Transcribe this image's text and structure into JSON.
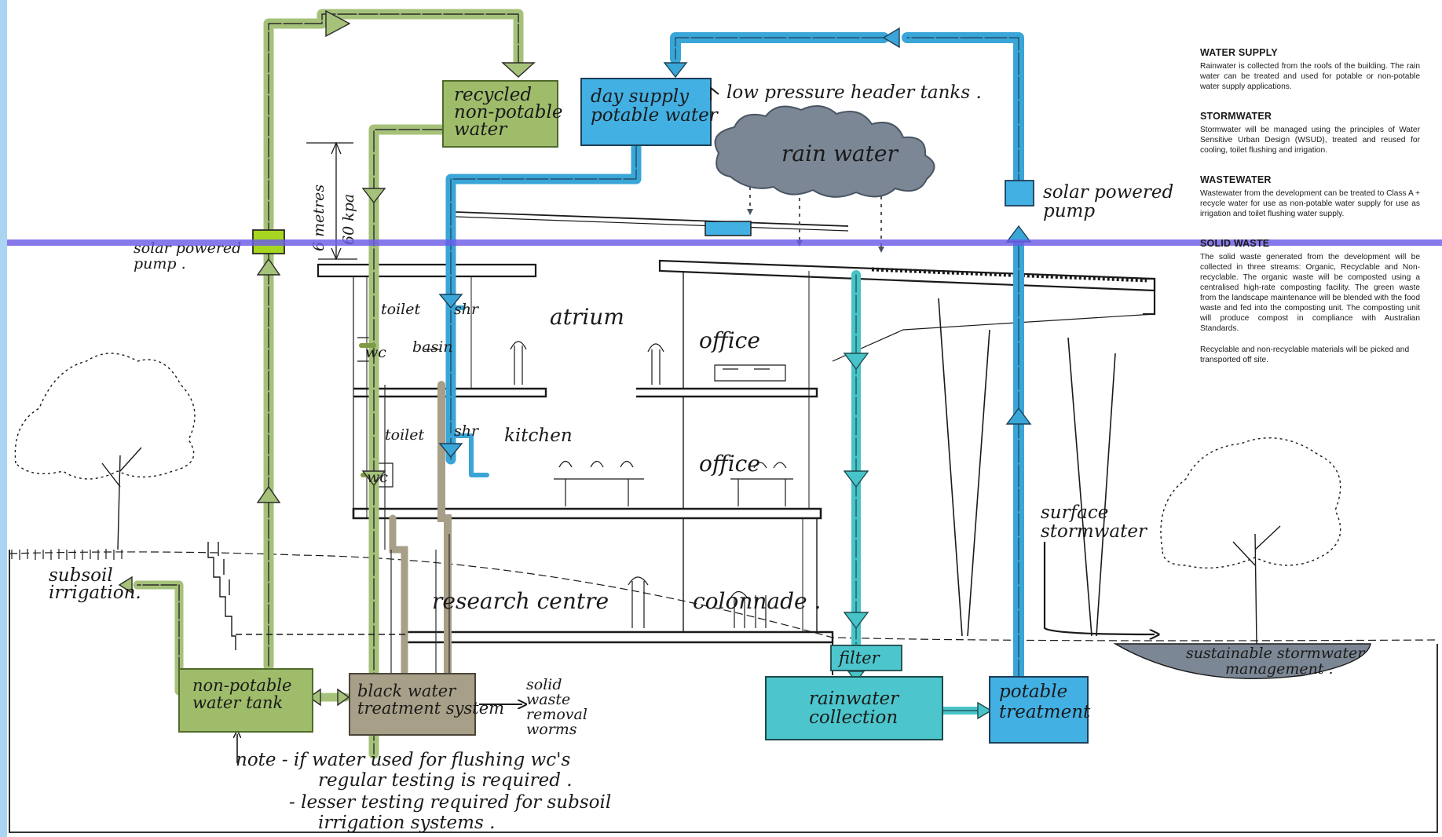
{
  "colors": {
    "left_strip": "#a9d4f2",
    "scan_line": "#6b5ce7",
    "recycled_green": "#7f9b45",
    "recycled_fill": "#9fbc6b",
    "green_pipe": "#a6c27a",
    "potable_blue": "#3aa6d8",
    "potable_fill": "#43b0e3",
    "teal": "#48c3c8",
    "teal_fill": "#4cc6cc",
    "grey_cloud": "#7c8795",
    "black_water_fill": "#a89f88"
  },
  "labels": {
    "recycled_water": [
      "recycled",
      "non-potable",
      "water"
    ],
    "day_supply": [
      "day supply",
      "potable water"
    ],
    "header_tanks": "low pressure header tanks .",
    "rain_water": "rain water",
    "solar_pump_left": [
      "solar powered",
      "pump ."
    ],
    "solar_pump_right": [
      "solar powered",
      "pump"
    ],
    "metres": "6 metres",
    "kpa": "60 kpa",
    "toilet_1": "toilet",
    "shr_1": "shr",
    "basin": "basin",
    "wc_1": "wc",
    "atrium": "atrium",
    "office_1": "office",
    "toilet_2": "toilet",
    "shr_2": "shr",
    "kitchen": "kitchen",
    "wc_2": "wc",
    "office_2": "office",
    "research_centre": "research centre",
    "colonnade": "colonnade .",
    "subsoil_irrigation": [
      "subsoil",
      "irrigation."
    ],
    "non_potable_tank": [
      "non-potable",
      "water tank"
    ],
    "black_water": [
      "black water",
      "treatment system"
    ],
    "solid_waste_worms": [
      "solid",
      "waste",
      "removal",
      "worms"
    ],
    "filter": "filter",
    "rainwater_collection": [
      "rainwater",
      "collection"
    ],
    "potable_treatment": [
      "potable",
      "treatment"
    ],
    "surface_stormwater": [
      "surface",
      "stormwater"
    ],
    "sustainable_stormwater": [
      "sustainable stormwater",
      "management ."
    ],
    "note_lines": [
      "note -  if water used for flushing wc's",
      "regular testing is required .",
      "-  lesser testing required for subsoil",
      "irrigation systems ."
    ]
  },
  "legend": [
    {
      "heading": "WATER SUPPLY",
      "text": "Rainwater is collected from the roofs of the building. The rain water can be treated and used for potable or non-potable water supply applications."
    },
    {
      "heading": "STORMWATER",
      "text": "Stormwater will be managed using the principles of Water Sensitive Urban Design (WSUD), treated and reused for cooling, toilet flushing and irrigation."
    },
    {
      "heading": "WASTEWATER",
      "text": "Wastewater from the development can be treated to Class A + recycle water for use as non-potable water supply for use as irrigation and toilet flushing water supply."
    },
    {
      "heading": "SOLID WASTE",
      "text": "The solid waste generated from the development will be collected in three streams: Organic, Recyclable and Non-recyclable. The organic waste will be composted using a centralised high-rate composting facility. The green waste from the landscape maintenance will be blended with the food waste and fed into the composting unit. The composting unit will produce compost in compliance with Australian Standards."
    }
  ],
  "legend_extra": "Recyclable and non-recyclable materials will be picked and transported off site."
}
